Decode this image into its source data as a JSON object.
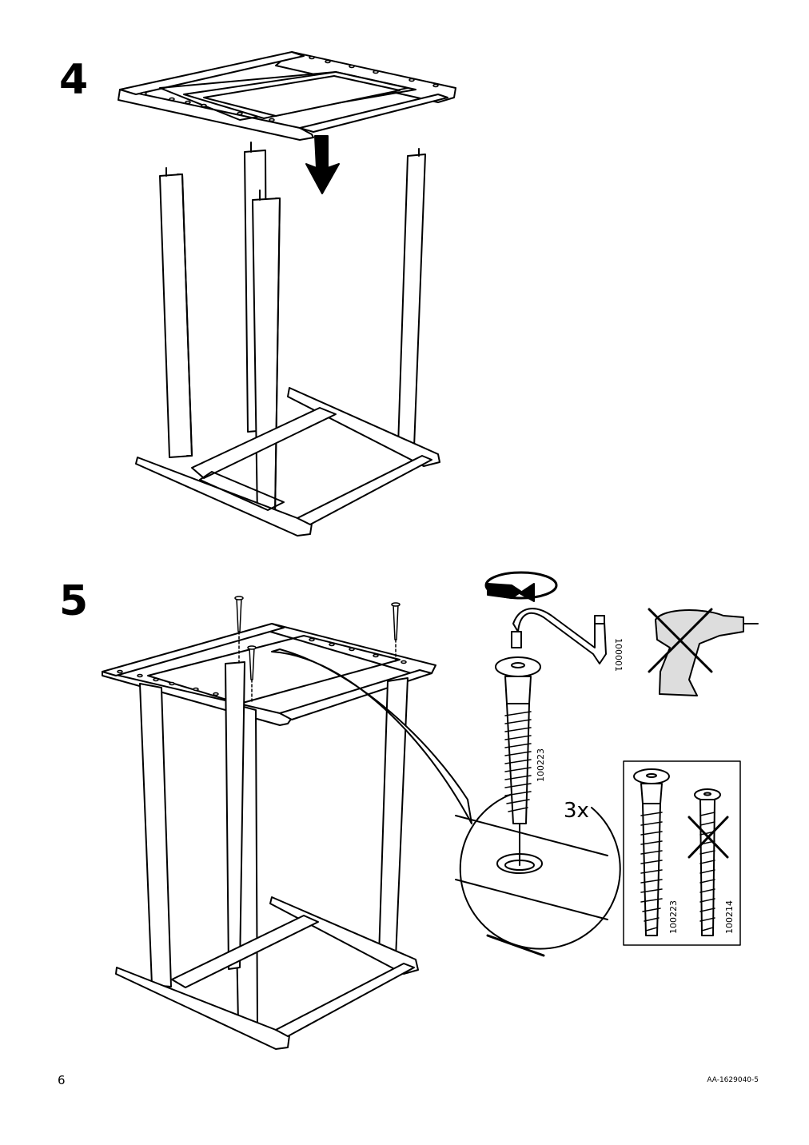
{
  "steps": [
    {
      "number": "4"
    },
    {
      "number": "5",
      "quantity": "3x"
    }
  ],
  "parts": {
    "allen_key": "100001",
    "screw_correct": "100223",
    "screw_wrong": "100214"
  },
  "icons": [
    "allen-key-icon",
    "no-power-drill-icon",
    "rotate-arrow-icon",
    "down-arrow-icon"
  ],
  "footer": {
    "page_number": "6",
    "document_code": "AA-1629040-5"
  }
}
